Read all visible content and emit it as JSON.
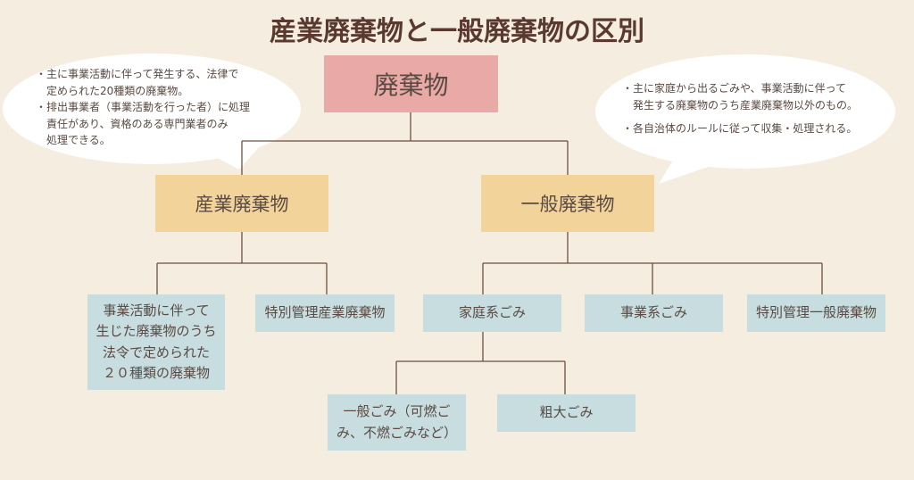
{
  "title": "産業廃棄物と一般廃棄物の区別",
  "root": "廃棄物",
  "industrial": {
    "label": "産業廃棄物",
    "children": [
      "事業活動に伴って\n生じた廃棄物のうち\n法令で定められた\n２０種類の廃棄物",
      "特別管理産業廃棄物"
    ],
    "note": [
      "・主に事業活動に伴って発生する、法律で",
      "　定められた20種類の廃棄物。",
      "・排出事業者（事業活動を行った者）に処理",
      "　責任があり、資格のある専門業者のみ",
      "　処理できる。"
    ]
  },
  "general": {
    "label": "一般廃棄物",
    "children": [
      "家庭系ごみ",
      "事業系ごみ",
      "特別管理一般廃棄物"
    ],
    "household_children": [
      "一般ごみ（可燃ご\nみ、不燃ごみなど）",
      "粗大ごみ"
    ],
    "note": [
      "・主に家庭から出るごみや、事業活動に伴って",
      "　発生する廃棄物のうち産業廃棄物以外のもの。",
      "・各自治体のルールに従って収集・処理される。"
    ]
  },
  "colors": {
    "background": "#f5ede0",
    "root": "#e8a9a7",
    "category": "#f2d49b",
    "leaf": "#c7dde0",
    "line": "#6b5040"
  }
}
